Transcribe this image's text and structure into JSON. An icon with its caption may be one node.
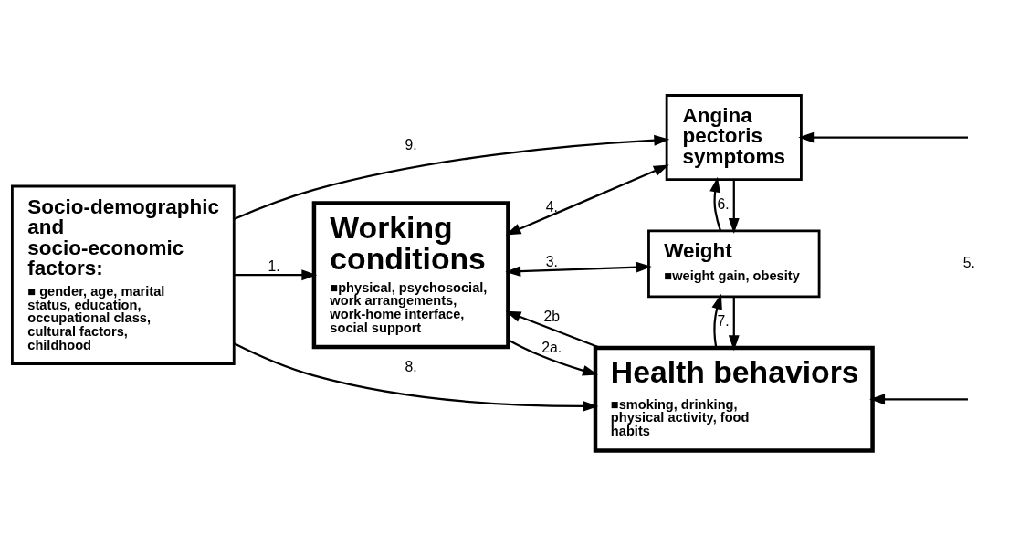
{
  "diagram": {
    "nodes": [
      {
        "text": [
          "Socio-demographic and socio-economic factors:",
          "■ gender, age, marital status, education, occupational class, cultural factors, childhood"
        ]
      },
      {
        "text": [
          "Working conditions",
          "■physical, psychosocial, work arrangements, work-home interface, social support"
        ]
      },
      {
        "text": [
          "Health behaviors",
          "■smoking, drinking, physical activity, food habits"
        ]
      },
      {
        "text": [
          "Weight",
          "■weight gain, obesity"
        ]
      },
      {
        "text": [
          "Angina pectoris symptoms"
        ]
      }
    ],
    "edges": [
      {
        "from": 0,
        "to": 1,
        "arrow": "to",
        "label": "1."
      },
      {
        "from": 1,
        "to": 2,
        "arrow": "to",
        "label": "2a."
      },
      {
        "from": 2,
        "to": 1,
        "arrow": "to",
        "label": "2b"
      },
      {
        "from": 1,
        "to": 3,
        "arrow": "both",
        "label": "3."
      },
      {
        "from": 1,
        "to": 4,
        "arrow": "both",
        "label": "4."
      },
      {
        "from": 3,
        "to": 2,
        "arrow": "to",
        "label": "7."
      },
      {
        "from": 2,
        "to": 3,
        "arrow": "to"
      },
      {
        "from": 4,
        "to": 3,
        "arrow": "to",
        "label": "6."
      },
      {
        "from": 3,
        "to": 4,
        "arrow": "to"
      },
      {
        "from": 0,
        "to": 2,
        "arrow": "to",
        "label": "8."
      },
      {
        "from": 0,
        "to": 4,
        "arrow": "to",
        "label": "9."
      },
      {
        "from": null,
        "to": 2,
        "arrow": "to"
      },
      {
        "from": null,
        "to": 4,
        "arrow": "to"
      }
    ],
    "labels": [
      "5."
    ]
  }
}
